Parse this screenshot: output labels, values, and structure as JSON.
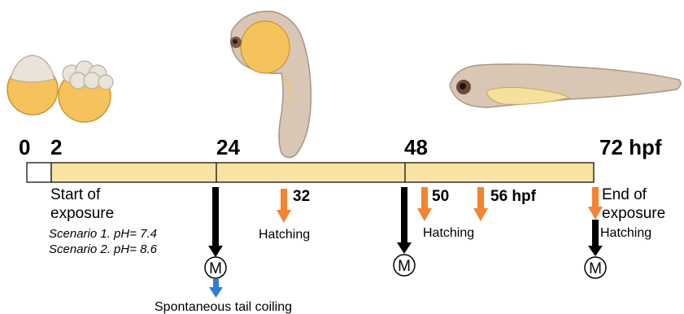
{
  "timeline": {
    "tick_0": "0",
    "tick_2": "2",
    "tick_24": "24",
    "tick_48": "48",
    "tick_72": "72 hpf"
  },
  "start": {
    "line1": "Start of",
    "line2": "exposure",
    "scenario1": "Scenario 1. pH= 7.4",
    "scenario2": "Scenario 2. pH= 8.6"
  },
  "end": {
    "line1": "End of",
    "line2": "exposure"
  },
  "hatching": {
    "label": "Hatching",
    "marker_32": "32",
    "marker_50": "50",
    "marker_56": "56 hpf"
  },
  "measurement": {
    "symbol": "M"
  },
  "coiling": {
    "label": "Spontaneous tail coiling"
  },
  "colors": {
    "bar_fill": "#f8e3a4",
    "orange_arrow": "#f28432",
    "blue_arrow": "#2b7fd6",
    "yolk": "#f6c25c"
  }
}
